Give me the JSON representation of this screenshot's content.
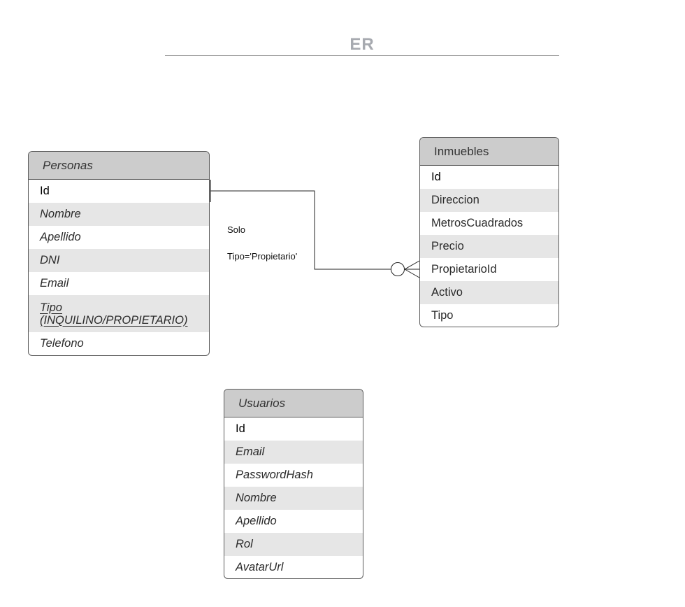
{
  "title": "ER",
  "entities": {
    "personas": {
      "name": "Personas",
      "fields": [
        "Id",
        "Nombre",
        "Apellido",
        "DNI",
        "Email",
        "Tipo\n(INQUILINO/PROPIETARIO)",
        "Telefono"
      ]
    },
    "inmuebles": {
      "name": "Inmuebles",
      "fields": [
        "Id",
        "Direccion",
        "MetrosCuadrados",
        "Precio",
        "PropietarioId",
        "Activo",
        "Tipo"
      ]
    },
    "usuarios": {
      "name": "Usuarios",
      "fields": [
        "Id",
        "Email",
        "PasswordHash",
        "Nombre",
        "Apellido",
        "Rol",
        "AvatarUrl"
      ]
    }
  },
  "relationship": {
    "label_line1": "Solo",
    "label_line2": "Tipo='Propietario'",
    "from": "Personas.Id",
    "to": "Inmuebles.PropietarioId",
    "cardinality_to": "zero-or-many"
  }
}
